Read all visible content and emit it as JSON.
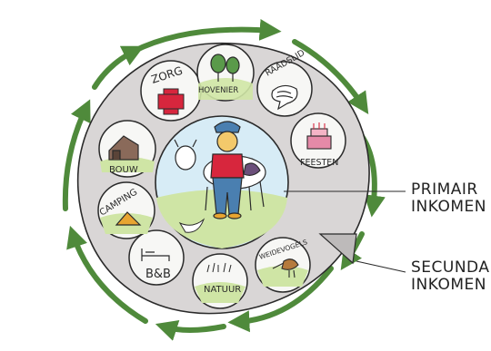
{
  "colors": {
    "outer_ring": "#d9d6d6",
    "inner_ring": "#c9c6c6",
    "bubble": "#f7f7f5",
    "grass": "#cfe5a5",
    "sky": "#d7ecf6",
    "arrow": "#4f8a3b",
    "cross": "#d7263d"
  },
  "activities": [
    {
      "id": "zorg",
      "label": "ZORG",
      "icon": "red-cross-icon"
    },
    {
      "id": "hovenier",
      "label": "HOVENIER",
      "icon": "trees-icon"
    },
    {
      "id": "raadslid",
      "label": "RAADSLID",
      "icon": "speech-bubble-icon"
    },
    {
      "id": "feesten",
      "label": "FEESTEN",
      "icon": "cake-icon"
    },
    {
      "id": "weidevogels",
      "label": "WEIDEVOGELS",
      "icon": "bird-icon"
    },
    {
      "id": "natuur",
      "label": "NATUUR",
      "icon": "grass-icon"
    },
    {
      "id": "bb",
      "label": "B&B",
      "icon": "bed-icon"
    },
    {
      "id": "camping",
      "label": "CAMPING",
      "icon": "tent-icon"
    },
    {
      "id": "bouw",
      "label": "BOUW",
      "icon": "barn-icon"
    }
  ],
  "center_icon": "farmer-with-cow-icon",
  "callouts": {
    "primair": [
      "PRIMAIR",
      "INKOMEN"
    ],
    "secundair": [
      "SECUNDAIR",
      "INKOMEN"
    ]
  }
}
